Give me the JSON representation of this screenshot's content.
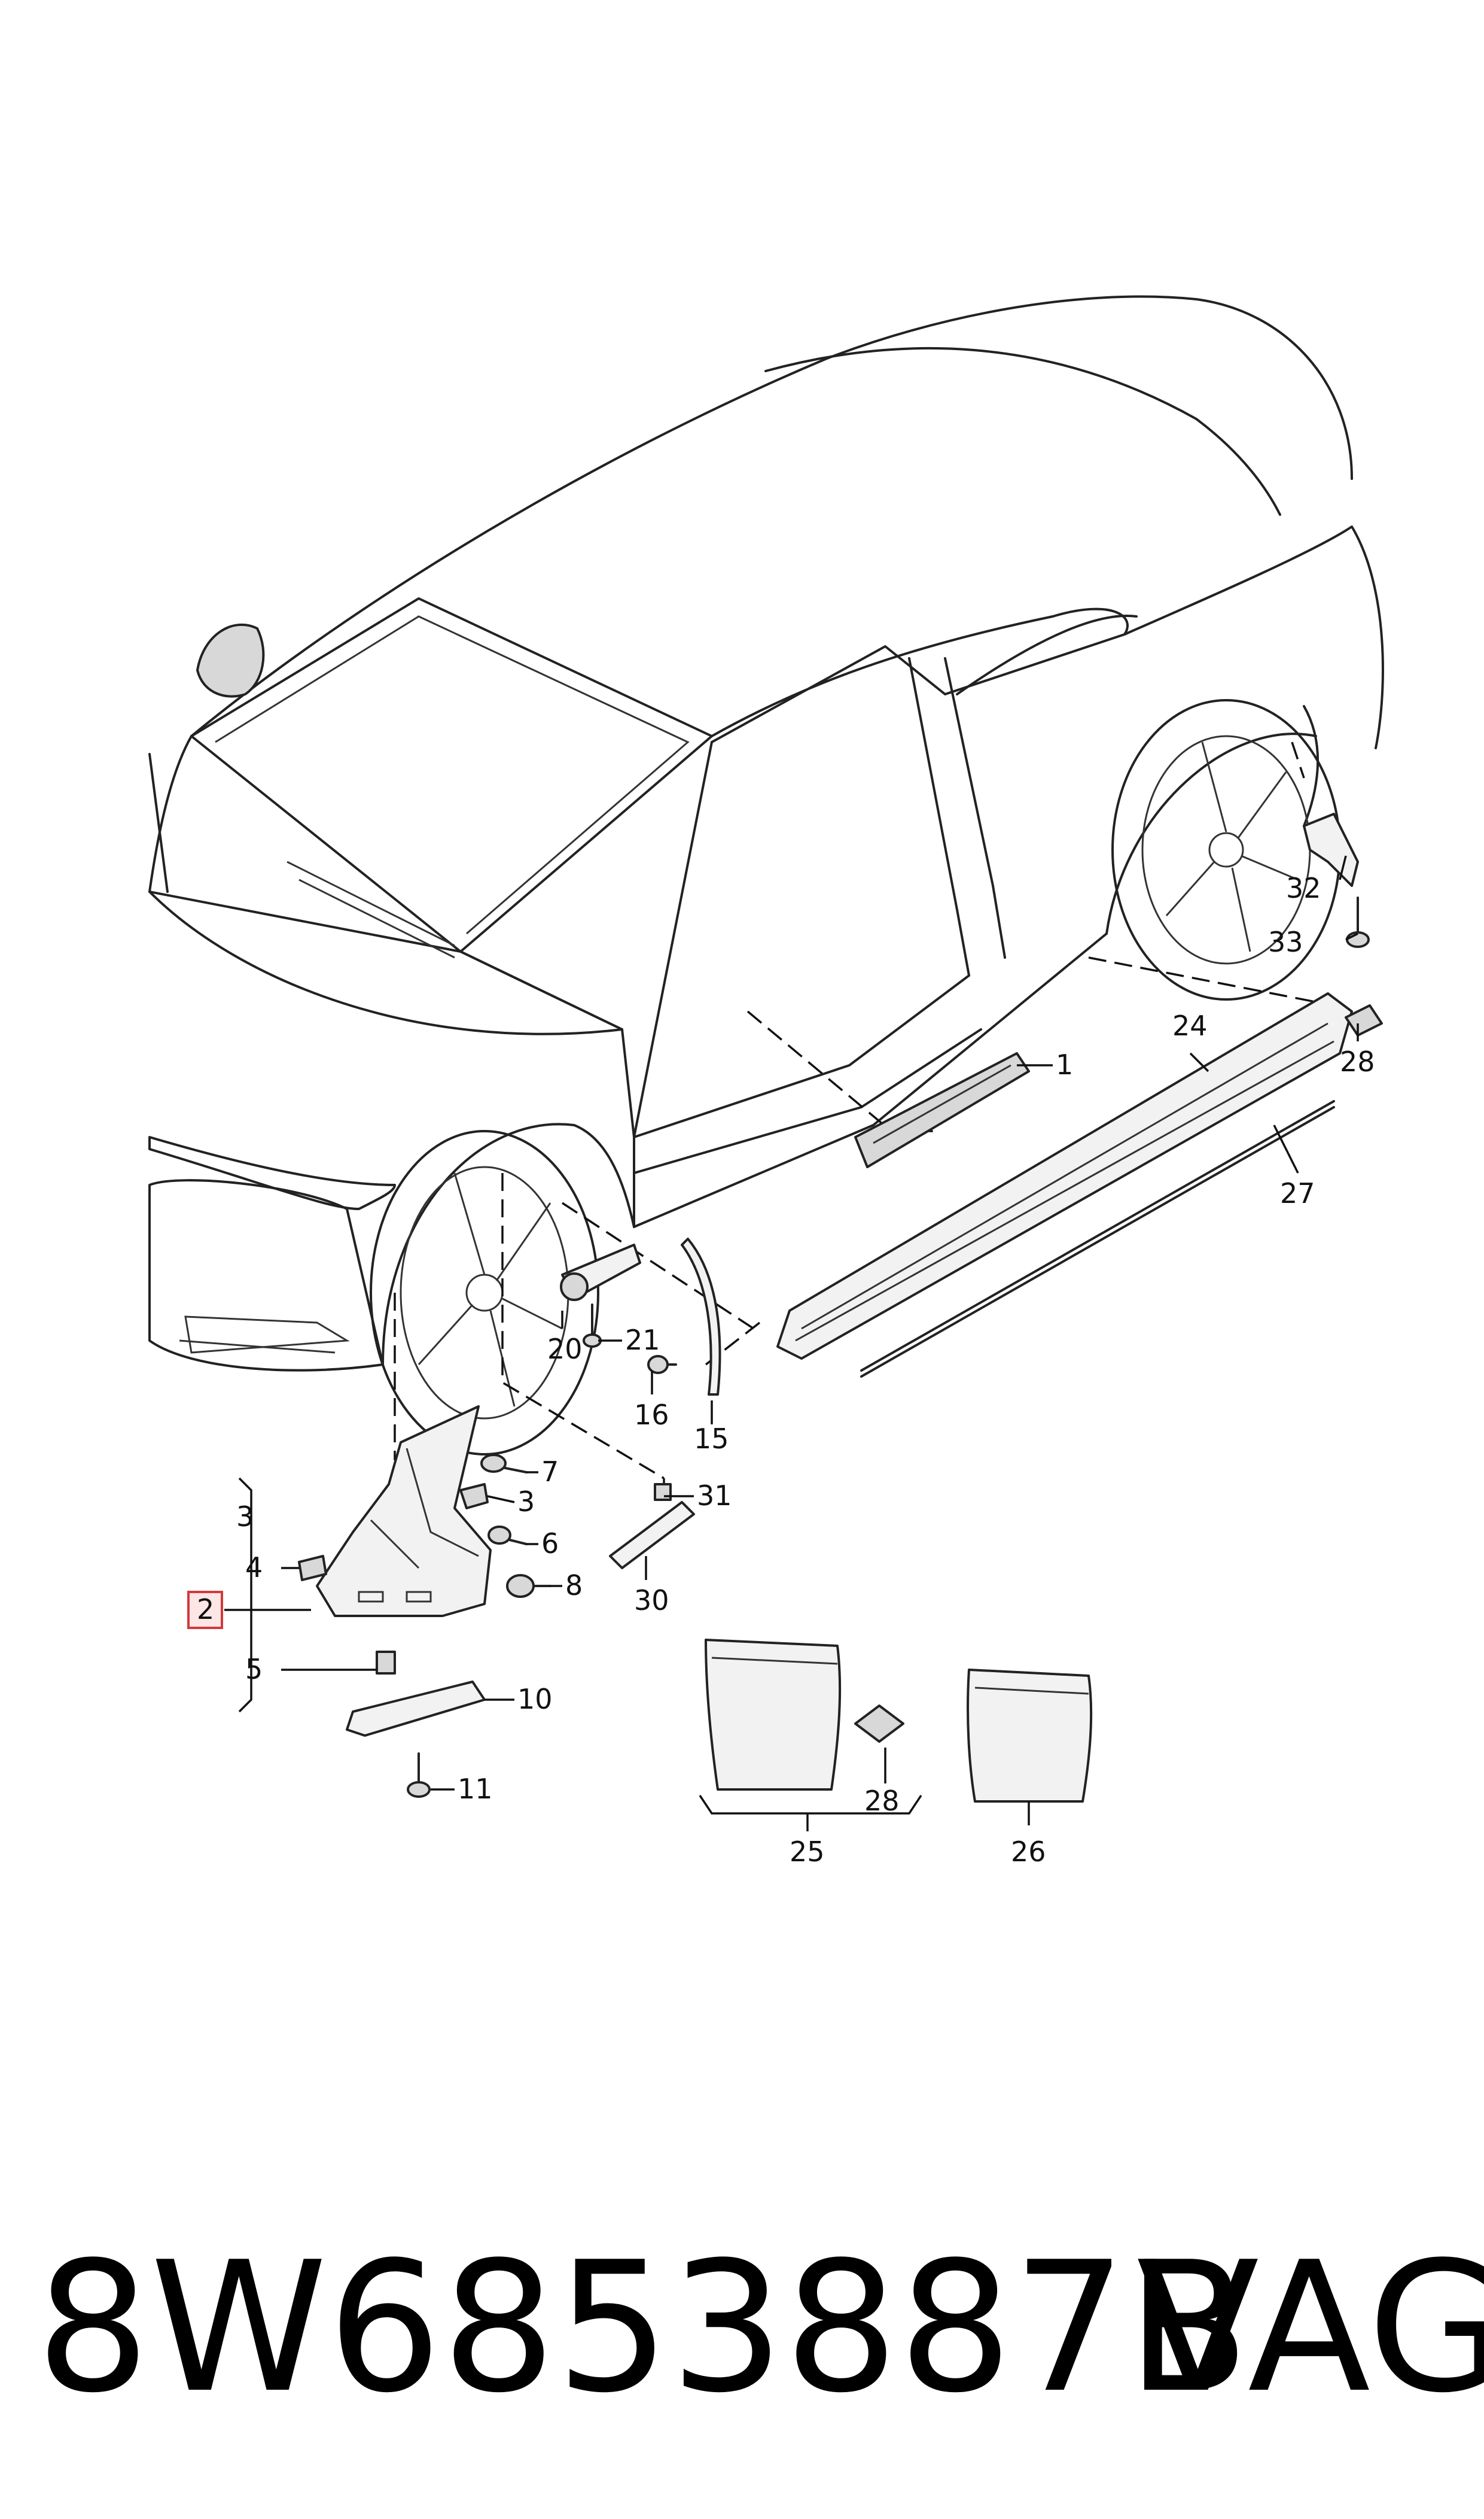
{
  "footer": {
    "part_number": "8W6853887B",
    "brand": "VAG"
  },
  "diagram": {
    "highlight_color": "#d23a3a",
    "callouts": {
      "p1": "1",
      "p2": "2",
      "p3a": "3",
      "p3b": "3",
      "p4": "4",
      "p5": "5",
      "p6": "6",
      "p7": "7",
      "p8": "8",
      "p10": "10",
      "p11": "11",
      "p15": "15",
      "p16": "16",
      "p20": "20",
      "p21": "21",
      "p24": "24",
      "p25": "25",
      "p26": "26",
      "p27": "27",
      "p28a": "28",
      "p28b": "28",
      "p30": "30",
      "p31": "31",
      "p32": "32",
      "p33": "33"
    }
  }
}
